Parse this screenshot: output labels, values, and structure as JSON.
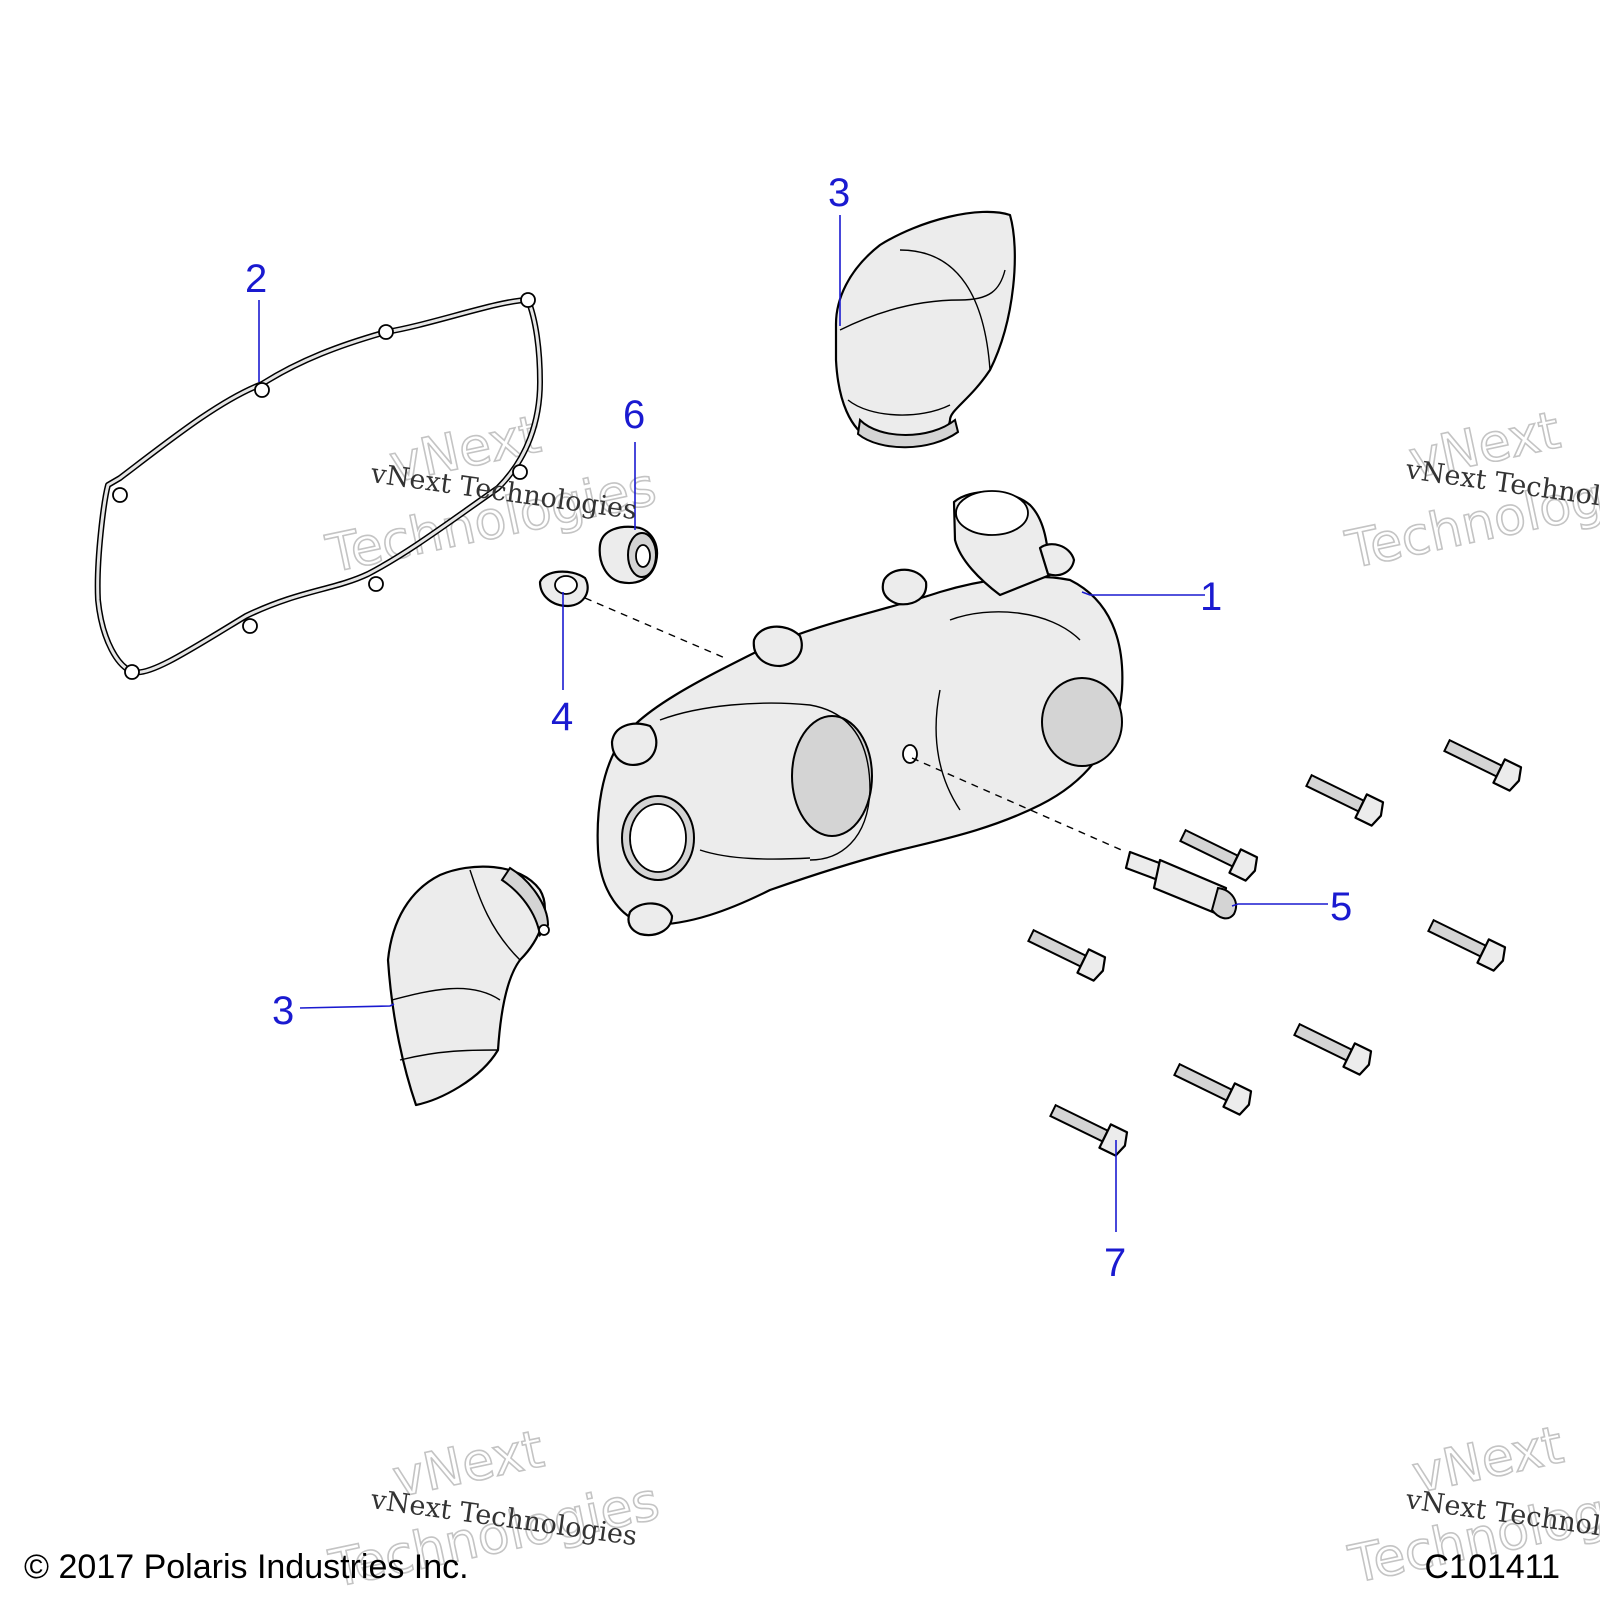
{
  "callouts": [
    {
      "id": "1",
      "label": "1"
    },
    {
      "id": "2",
      "label": "2"
    },
    {
      "id": "3a",
      "label": "3"
    },
    {
      "id": "3b",
      "label": "3"
    },
    {
      "id": "4",
      "label": "4"
    },
    {
      "id": "5",
      "label": "5"
    },
    {
      "id": "6",
      "label": "6"
    },
    {
      "id": "7",
      "label": "7"
    }
  ],
  "watermark": {
    "line1": "vNext Technologies",
    "line2": "vNext",
    "line3": "Technologies"
  },
  "footer": {
    "copyright": "© 2017 Polaris Industries Inc.",
    "code": "C101411"
  },
  "colors": {
    "callout": "#1a1ad0",
    "part_fill": "#ececec",
    "outline": "#000000"
  }
}
